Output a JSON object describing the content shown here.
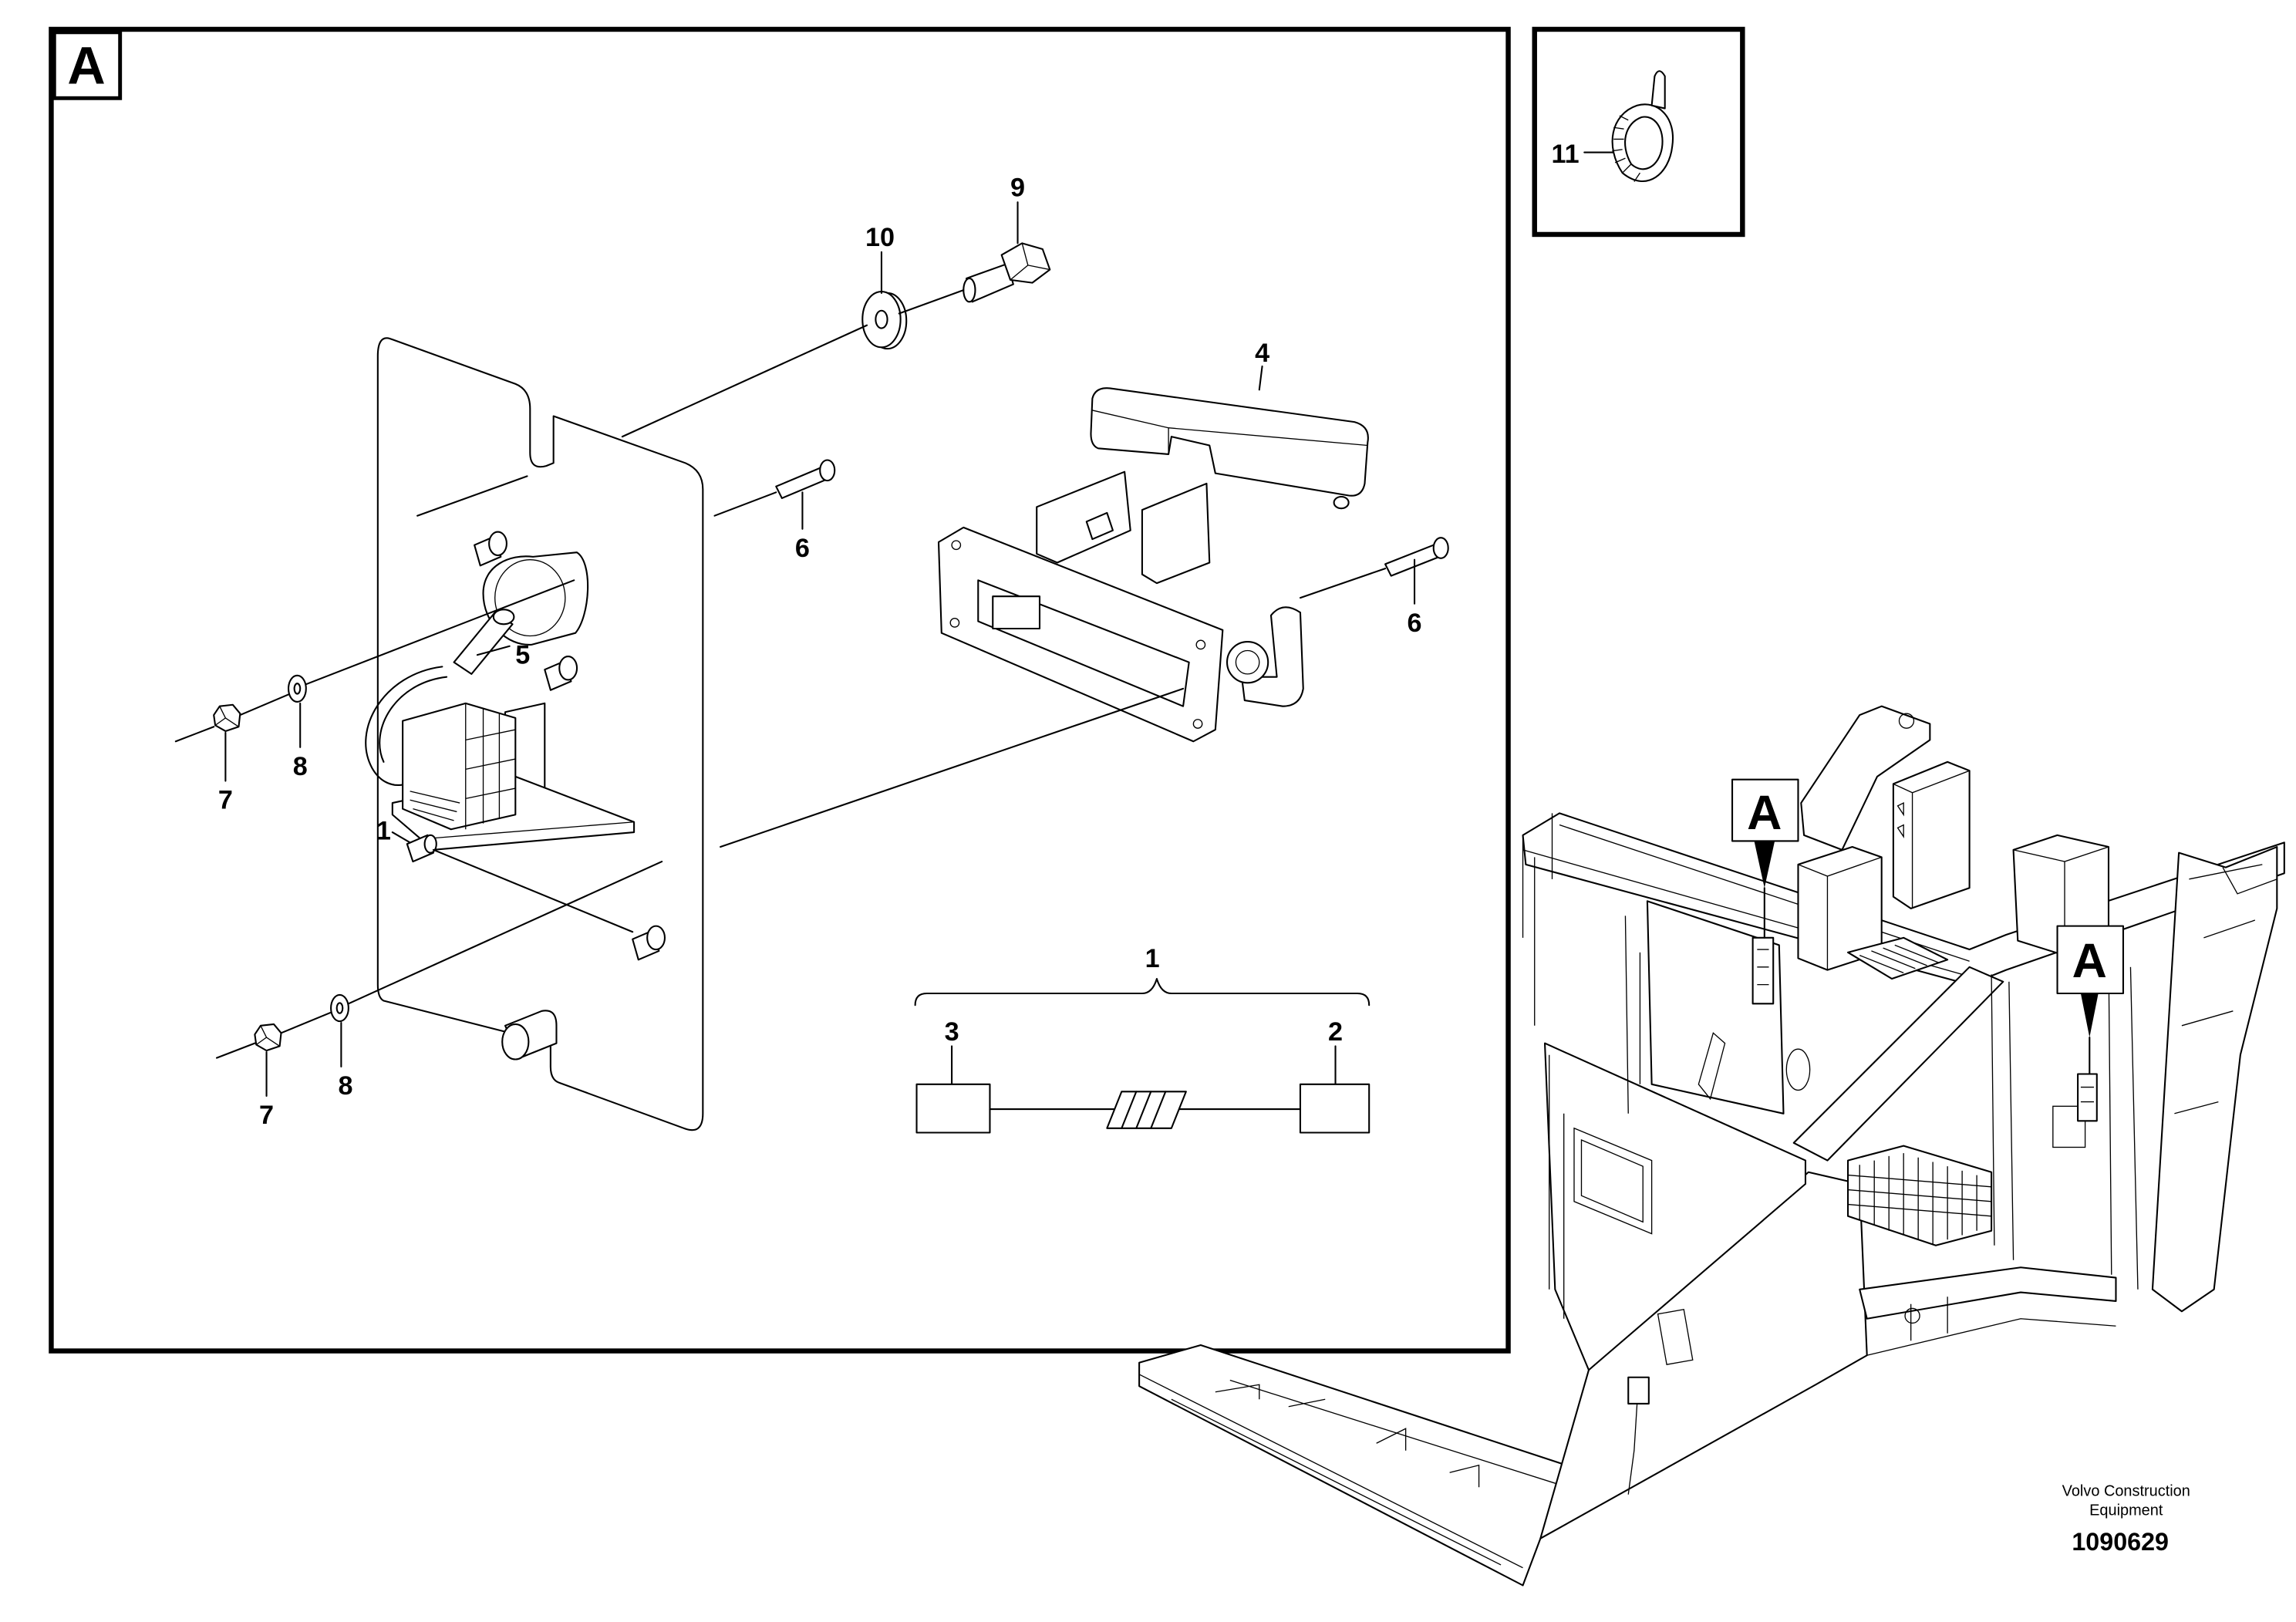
{
  "detail_view": {
    "label": "A"
  },
  "callouts": {
    "part_9": "9",
    "part_10": "10",
    "part_4": "4",
    "part_6_upper": "6",
    "part_6_right": "6",
    "part_5": "5",
    "part_8_upper": "8",
    "part_7_upper": "7",
    "part_1": "1",
    "part_8_lower": "8",
    "part_7_lower": "7"
  },
  "schematic": {
    "assembly": "1",
    "end_left": "3",
    "end_right": "2"
  },
  "inset": {
    "callout": "11"
  },
  "machine_view": {
    "markers": [
      "A",
      "A"
    ]
  },
  "footer": {
    "line1": "Volvo Construction",
    "line2": "Equipment",
    "drawing_number": "1090629"
  }
}
